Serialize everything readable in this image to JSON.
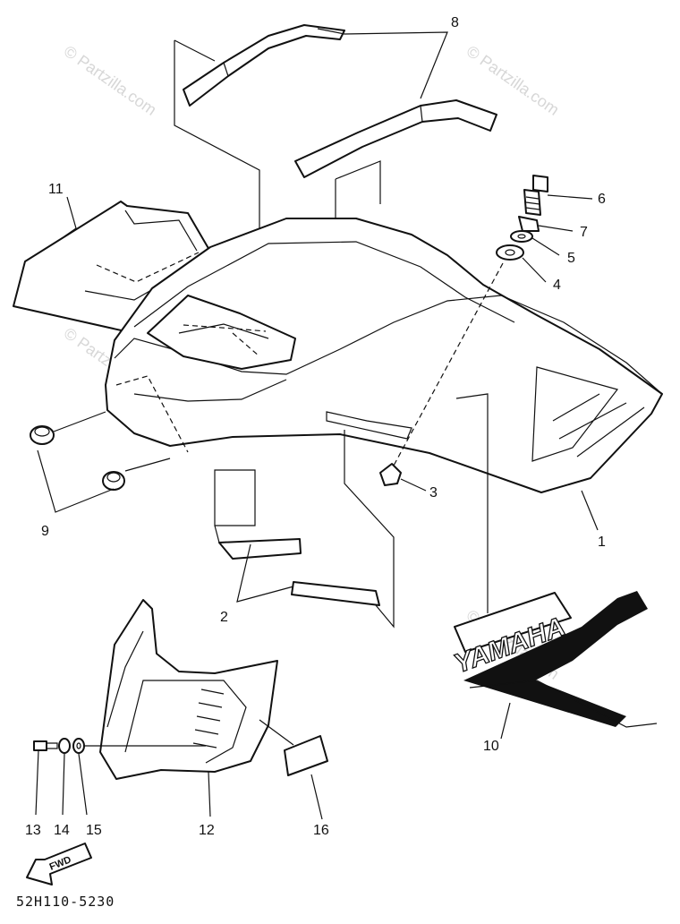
{
  "diagram": {
    "callouts": {
      "c1": "1",
      "c2": "2",
      "c3": "3",
      "c4": "4",
      "c5": "5",
      "c6": "6",
      "c7": "7",
      "c8": "8",
      "c9": "9",
      "c10": "10",
      "c11": "11",
      "c12": "12",
      "c13": "13",
      "c14": "14",
      "c15": "15",
      "c16": "16"
    },
    "emblem_text": "YAMAHA",
    "fwd_label": "FWD",
    "diagram_code": "52H110-5230",
    "watermark": "© Partzilla.com"
  }
}
